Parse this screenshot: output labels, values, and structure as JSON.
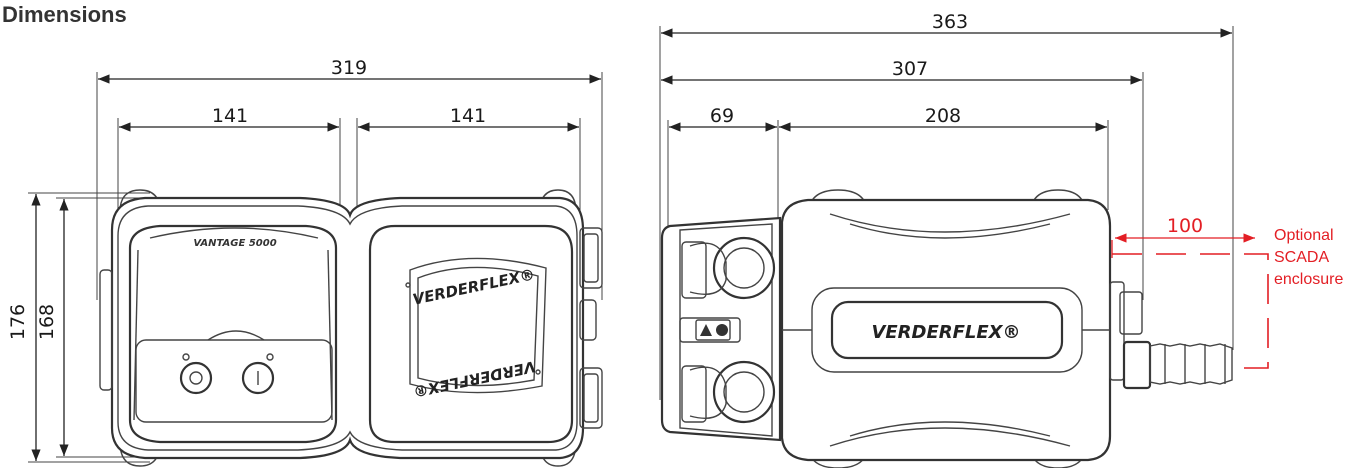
{
  "title": "Dimensions",
  "front_view": {
    "overall_width": "319",
    "left_module_width": "141",
    "right_module_width": "141",
    "overall_height": "176",
    "body_height": "168",
    "model_label": "VANTAGE 5000",
    "brand_top": "VERDERFLEX",
    "brand_bottom": "VERDERFLEX"
  },
  "side_view": {
    "overall_length": "363",
    "body_length": "307",
    "head_length": "69",
    "drive_length": "208",
    "brand": "VERDERFLEX",
    "scada_offset": "100",
    "scada_label_line1": "Optional",
    "scada_label_line2": "SCADA",
    "scada_label_line3": "enclosure"
  },
  "colors": {
    "scada": "#e31e24",
    "line": "#222222"
  }
}
